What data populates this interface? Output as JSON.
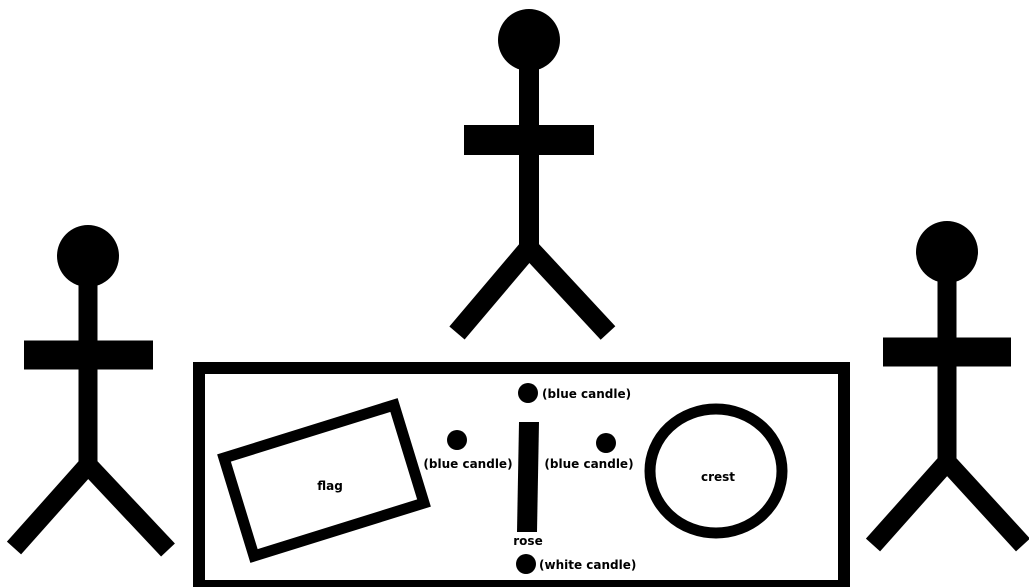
{
  "colors": {
    "ink": "#000000",
    "background": "#ffffff"
  },
  "figures": [
    {
      "name": "left-person"
    },
    {
      "name": "center-person"
    },
    {
      "name": "right-person"
    }
  ],
  "table": {
    "labels": {
      "flag": "flag",
      "crest": "crest",
      "rose": "rose",
      "candle_top": "(blue candle)",
      "candle_left": "(blue candle)",
      "candle_right": "(blue candle)",
      "candle_bottom": "(white candle)"
    }
  }
}
